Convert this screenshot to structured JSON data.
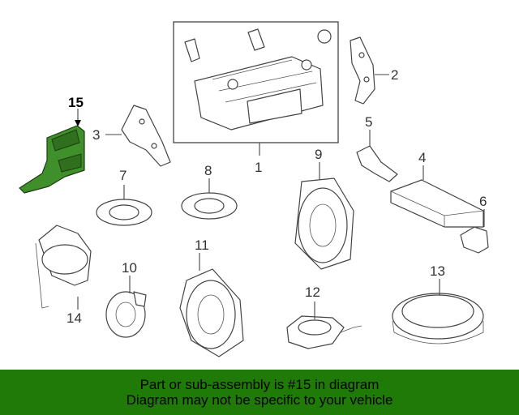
{
  "callouts": {
    "c1": "1",
    "c2": "2",
    "c3": "3",
    "c4": "4",
    "c5": "5",
    "c6": "6",
    "c7": "7",
    "c8": "8",
    "c9": "9",
    "c10": "10",
    "c11": "11",
    "c12": "12",
    "c13": "13",
    "c14": "14",
    "c15": "15"
  },
  "highlight_part": "15",
  "colors": {
    "highlight": "#3f8f2a",
    "banner": "#1f7a08"
  },
  "banner": {
    "line1": "Part or sub-assembly is #15 in diagram",
    "line2": "Diagram may not be specific to your vehicle"
  }
}
